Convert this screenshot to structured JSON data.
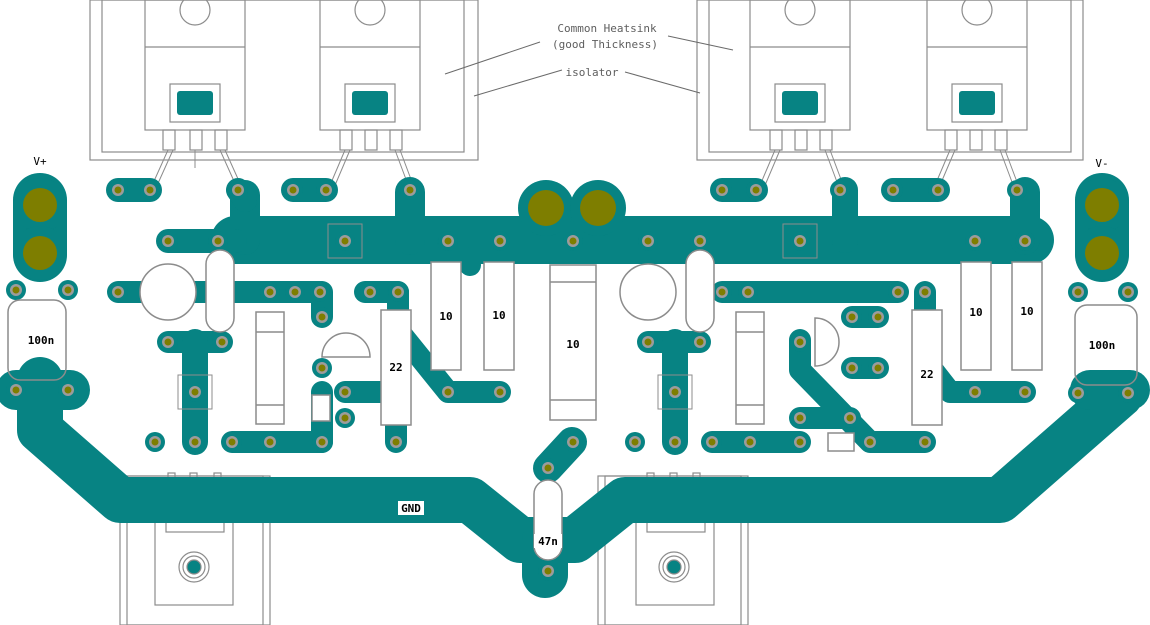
{
  "colors": {
    "background": "#ffffff",
    "copper": "#078383",
    "pad": "#9c9c9c",
    "hole": "#7e7e00",
    "silk": "#8c8c8c",
    "silk_dark": "#5e5e5e",
    "label_bg": "#ffffff",
    "label_text": "#000000"
  },
  "annotations": {
    "heatsink_line1": "Common Heatsink",
    "heatsink_line2": "(good Thickness)",
    "isolator": "isolator"
  },
  "rails": {
    "positive": "V+",
    "negative": "V-",
    "ground": "GND"
  },
  "components": {
    "cap_left": "100n",
    "cap_right": "100n",
    "cap_bottom": "47n",
    "res_a": "10",
    "res_b": "10",
    "res_center": "10",
    "res_c": "10",
    "res_d": "10",
    "res_left_22": "22",
    "res_right_22": "22"
  }
}
